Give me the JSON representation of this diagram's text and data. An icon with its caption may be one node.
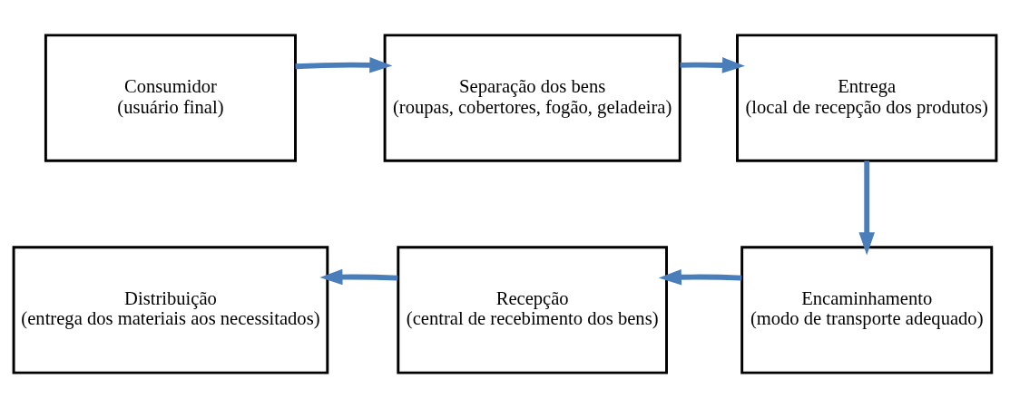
{
  "diagram": {
    "nodes": [
      {
        "text": [
          "Consumidor",
          "(usuário final)"
        ]
      },
      {
        "text": [
          "Separação dos bens",
          "(roupas, cobertores, fogão, geladeira)"
        ]
      },
      {
        "text": [
          "Entrega",
          "(local de recepção dos produtos)"
        ]
      },
      {
        "text": [
          "Distribuição",
          "(entrega dos materiais aos necessitados)"
        ]
      },
      {
        "text": [
          "Recepção",
          "(central de recebimento dos bens)"
        ]
      },
      {
        "text": [
          "Encaminhamento",
          "(modo de transporte adequado)"
        ]
      }
    ],
    "edges": [
      {
        "from": 0,
        "to": 1,
        "arrow": "to"
      },
      {
        "from": 1,
        "to": 2,
        "arrow": "to"
      },
      {
        "from": 2,
        "to": 5,
        "arrow": "to"
      },
      {
        "from": 5,
        "to": 4,
        "arrow": "to"
      },
      {
        "from": 4,
        "to": 3,
        "arrow": "to"
      }
    ]
  }
}
